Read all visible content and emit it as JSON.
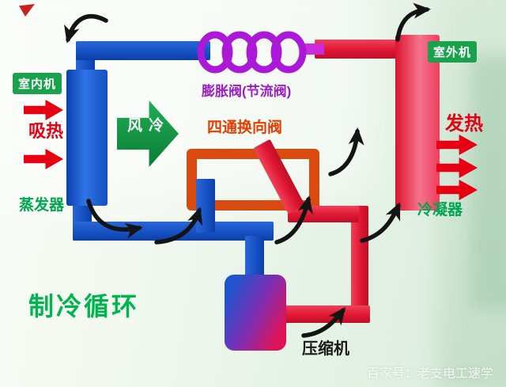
{
  "diagram": {
    "title": "制冷循环",
    "watermark": "百家号：老支电工速学",
    "badges": {
      "indoor_unit": "室内机",
      "outdoor_unit": "室外机"
    },
    "labels": {
      "absorb_heat": "吸热",
      "evaporator": "蒸发器",
      "cold_air": "冷风",
      "expansion_valve": "膨胀阀(节流阀)",
      "four_way_valve": "四通换向阀",
      "release_heat": "发热",
      "condenser": "冷凝器",
      "compressor": "压缩机"
    },
    "icons": {
      "flow_arrow": "curved-black-flow-arrow",
      "heat_arrow": "red-heat-arrow",
      "cold_air_arrow": "green-cold-air-arrow",
      "expansion_coil": "purple-spring-coil"
    },
    "colors": {
      "cold_pipe": "#1652c4",
      "hot_pipe": "#df1733",
      "valve_frame": "#d84a10",
      "coil": "#ab18d8",
      "badge_green": "#17a24b",
      "label_green": "#00a651",
      "heat_red": "#e60012",
      "valve_label_orange": "#e83c00",
      "expansion_label_purple": "#9c1ec9",
      "title_green": "#00b44e",
      "compressor_gradient": [
        "#1c55cf",
        "#7c2fb4",
        "#df1257"
      ]
    }
  }
}
